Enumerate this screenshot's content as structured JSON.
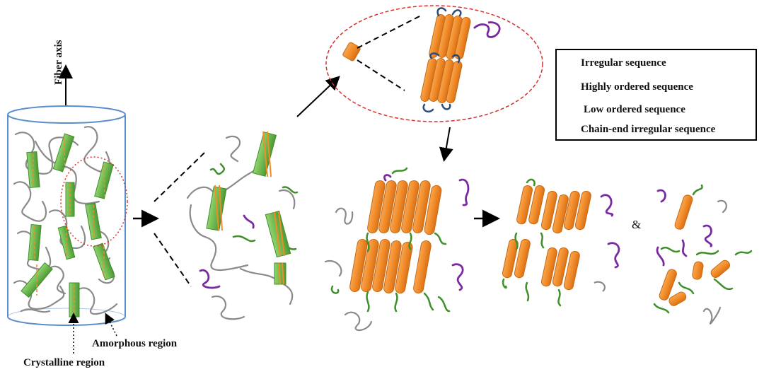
{
  "labels": {
    "fiber_axis": "Fiber axis",
    "amorphous_region": "Amorphous region",
    "crystalline_region": "Crystalline region",
    "ampersand": "&"
  },
  "legend": {
    "items": [
      {
        "icon": "irregular-sequence-icon",
        "label": "Irregular sequence",
        "color": "#888888"
      },
      {
        "icon": "highly-ordered-sequence-icon",
        "label": "Highly ordered sequence",
        "color": "#f28c28"
      },
      {
        "icon": "low-ordered-sequence-icon",
        "label": "Low ordered sequence",
        "color": "#3f8f2a"
      },
      {
        "icon": "chain-end-irregular-sequence-icon",
        "label": "Chain-end irregular sequence",
        "color": "#7a2aa0"
      }
    ]
  },
  "colors": {
    "cylinder_outline": "#5b8fc9",
    "crystal_green": "#6abf4b",
    "rod_orange": "#f28c28",
    "zoom_circle": "#d9302c",
    "chain_gray": "#8a8a8a",
    "chain_green": "#3f8f2a",
    "chain_purple": "#7a2aa0",
    "chain_navy": "#2c4a7a"
  }
}
